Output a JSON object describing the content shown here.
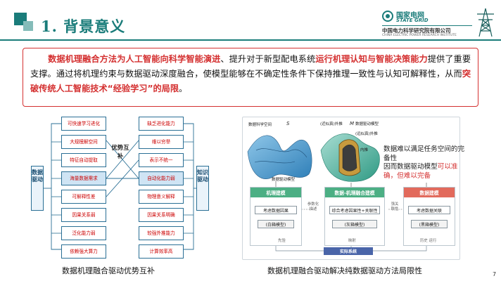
{
  "header": {
    "title": "1. 背景意义",
    "logo_cn": "国家电网",
    "logo_en": "STATE GRID",
    "institute_cn": "中国电力科学研究院有限公司",
    "institute_en": "CHINA ELECTRIC POWER RESEARCH INSTITUTE"
  },
  "summary": {
    "p1_red": "数据机理融合方法为人工智能向科学智能演进",
    "p2": "、提升对于新型配电系统",
    "p3_red": "运行机理认知与智能决策能力",
    "p4": "提供了重要支撑。通过将机理约束与数据驱动深度融合，使模型能够在不确定性条件下保持推理一致性与认知可解释性，从而",
    "p5_red": "突破传统人工智能技术“经验学习”的局限",
    "p6": "。"
  },
  "left_diagram": {
    "side_left": "数据驱动",
    "side_right": "知识驱动",
    "mid_label": "优势互补",
    "left_nodes": [
      "可快速学习进化",
      "大规模解空间",
      "特征自动提取",
      "海量数据需求",
      "可解释性差",
      "因果关系弱",
      "泛化能力弱",
      "依赖强大算力"
    ],
    "right_nodes": [
      "缺乏进化能力",
      "维以穷举",
      "表示不统一",
      "自动化能力弱",
      "物理意义解释",
      "因果关系明确",
      "较强外推能力",
      "计算效率高"
    ],
    "highlight_left": [
      3
    ],
    "highlight_right": [
      3
    ],
    "caption": "数据机理融合驱动优势互补"
  },
  "right_diagram": {
    "plot1_label": "数据驱动模型",
    "plot1_axis": "数据科学空间",
    "plot1_s": "S",
    "plot2_labels": [
      "(近似真)外推",
      "(远似真)外推",
      "数据驱动模型",
      "内推"
    ],
    "plot2_m": "M",
    "note_a": "数据难以满足任务空间的完备性",
    "note_b": "因而数据驱动模型",
    "note_red": "可以准确，但难以完备",
    "sections": [
      {
        "head": "机理建模",
        "box": "考虑数据因果",
        "sub": "(白箱模型)",
        "color": "#4caf84"
      },
      {
        "head": "数据-机理融合建模",
        "box": "综合考虑因果性+关联性",
        "sub": "(灰箱模型)",
        "color": "#4caf84"
      },
      {
        "head": "数据建模",
        "box": "考虑数据关联",
        "sub": "(黑箱模型)",
        "color": "#e26a5c"
      }
    ],
    "side_labels": {
      "left": "参数化\n描述",
      "right": "强关\n联性"
    },
    "bottom_labels": {
      "left": "先验",
      "mid": "映射",
      "right": "历史  运行"
    },
    "bottom_bar": "实际系统",
    "caption": "数据机理融合驱动解决纯数据驱动方法局限性"
  },
  "page_number": "7",
  "colors": {
    "accent": "#1a7c7a",
    "red": "#d43030",
    "blue": "#2a6f95"
  }
}
